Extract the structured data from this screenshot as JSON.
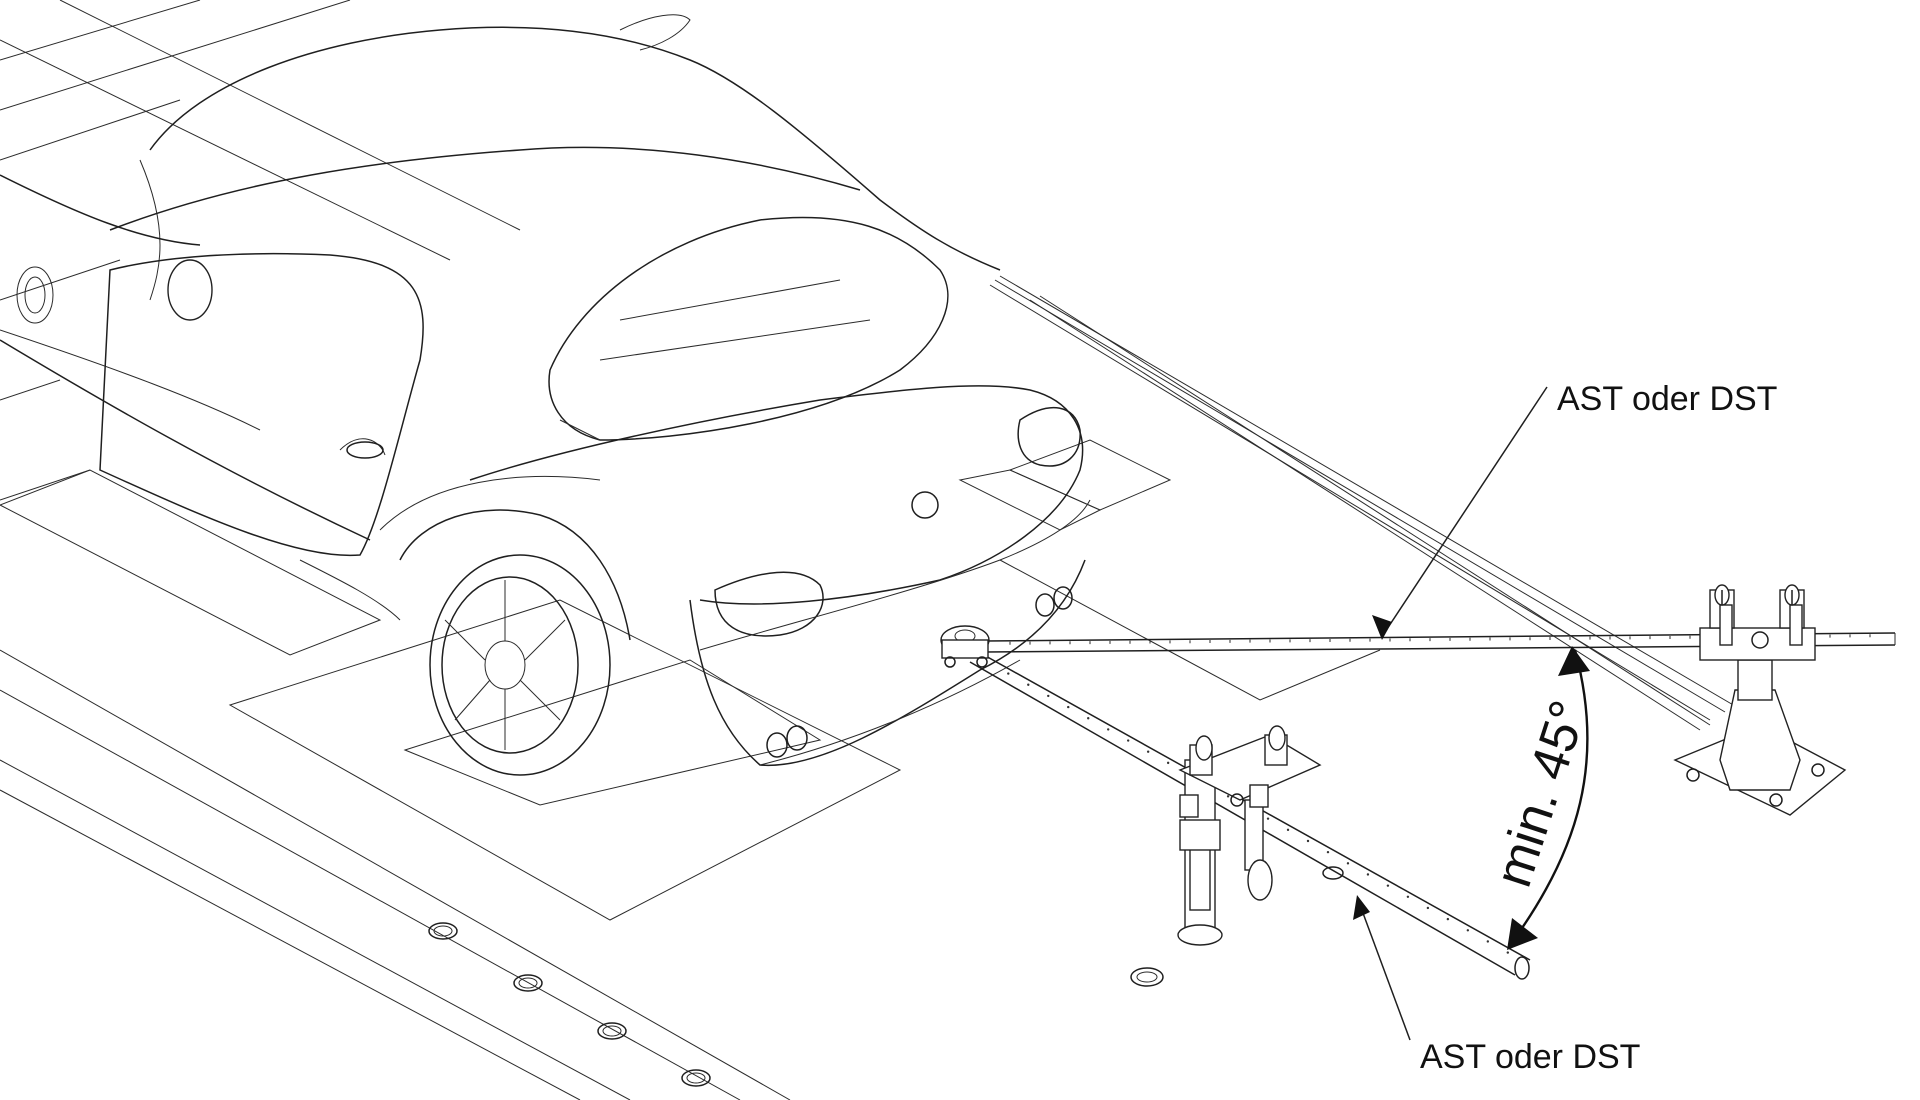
{
  "labels": {
    "upper_callout": "AST oder DST",
    "lower_callout": "AST oder DST",
    "angle": "min. 45°"
  },
  "icons": {
    "vehicle": "car-icon",
    "stand": "measuring-stand-icon",
    "bar": "measuring-bar-icon"
  },
  "colors": {
    "line": "#1f1f1f",
    "background": "#ffffff"
  }
}
